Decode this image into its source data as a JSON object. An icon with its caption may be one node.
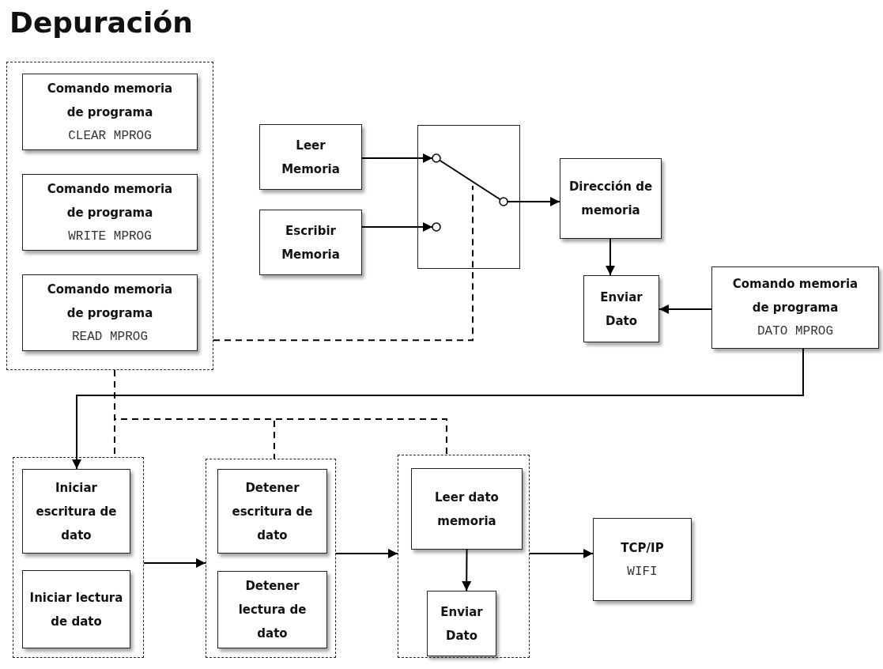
{
  "diagram": {
    "title": "Depuración",
    "nodes": [
      {
        "text": [],
        "shape": "box"
      },
      {
        "text": [
          "Comando memoria de programa",
          "CLEAR MPROG"
        ],
        "in": 0
      },
      {
        "text": [
          "Comando memoria de programa",
          "WRITE MPROG"
        ],
        "in": 0
      },
      {
        "text": [
          "Comando memoria de programa",
          "READ MPROG"
        ],
        "in": 0
      },
      {
        "text": [
          "Leer Memoria"
        ]
      },
      {
        "text": [
          "Escribir Memoria"
        ]
      },
      {
        "text": [],
        "shape": "box"
      },
      {
        "text": [
          "Dirección de memoria"
        ]
      },
      {
        "text": [
          "Enviar Dato"
        ]
      },
      {
        "text": [
          "Comando memoria de programa",
          "DATO MPROG"
        ]
      },
      {
        "text": [],
        "shape": "box"
      },
      {
        "text": [
          "Iniciar escritura de dato"
        ],
        "in": 10
      },
      {
        "text": [
          "Iniciar lectura de dato"
        ],
        "in": 10
      },
      {
        "text": [],
        "shape": "box"
      },
      {
        "text": [
          "Detener escritura de dato"
        ],
        "in": 13
      },
      {
        "text": [
          "Detener lectura de dato"
        ],
        "in": 13
      },
      {
        "text": [],
        "shape": "box"
      },
      {
        "text": [
          "Leer dato memoria"
        ],
        "in": 16
      },
      {
        "text": [
          "Enviar Dato"
        ],
        "in": 16
      },
      {
        "text": [
          "TCP/IP",
          "WIFI"
        ]
      }
    ],
    "edges": [
      {
        "from": 4,
        "to": 6,
        "arrow": "to"
      },
      {
        "from": 5,
        "to": 6,
        "arrow": "to"
      },
      {
        "from": 6,
        "to": 7,
        "arrow": "to"
      },
      {
        "from": 7,
        "to": 8,
        "arrow": "to"
      },
      {
        "from": 9,
        "to": 8,
        "arrow": "to"
      },
      {
        "from": 9,
        "to": 11,
        "arrow": "to"
      },
      {
        "from": 0,
        "to": 6,
        "arrow": "none",
        "style": "dashed"
      },
      {
        "from": 0,
        "to": 10,
        "arrow": "none",
        "style": "dashed"
      },
      {
        "from": 0,
        "to": 13,
        "arrow": "none",
        "style": "dashed"
      },
      {
        "from": 0,
        "to": 16,
        "arrow": "none",
        "style": "dashed"
      },
      {
        "from": 10,
        "to": 13,
        "arrow": "to"
      },
      {
        "from": 13,
        "to": 16,
        "arrow": "to"
      },
      {
        "from": 17,
        "to": 18,
        "arrow": "to"
      },
      {
        "from": 16,
        "to": 19,
        "arrow": "to"
      }
    ]
  }
}
